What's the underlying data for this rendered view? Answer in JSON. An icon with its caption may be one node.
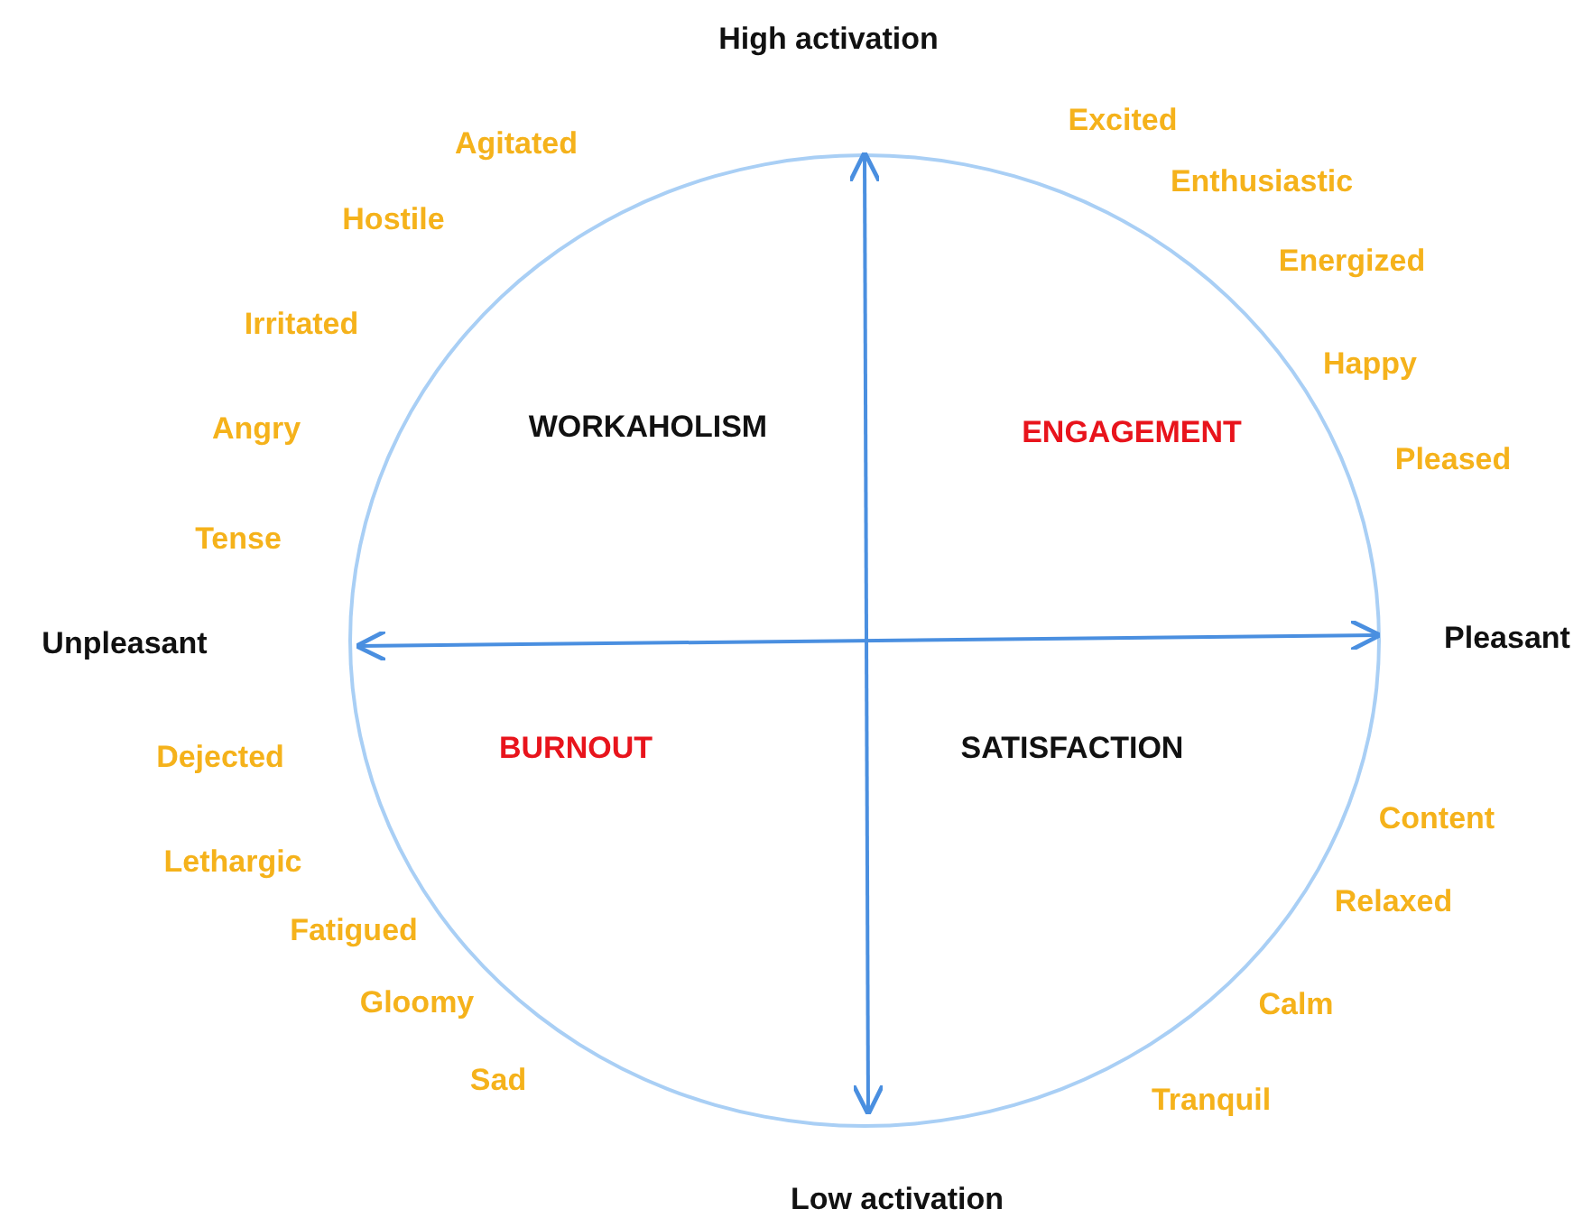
{
  "diagram": {
    "nodes": [
      {
        "text": [
          "WORKAHOLISM",
          "ENGAGEMENT",
          "BURNOUT",
          "SATISFACTION"
        ]
      }
    ],
    "edges": [],
    "labels": [
      "High activation",
      "Excited",
      "Agitated",
      "Enthusiastic",
      "Hostile",
      "Energized",
      "Irritated",
      "Happy",
      "Angry",
      "Pleased",
      "Tense",
      "Pleasant",
      "Unpleasant",
      "Dejected",
      "Content",
      "Lethargic",
      "Relaxed",
      "Fatigued",
      "Gloomy",
      "Calm",
      "Sad",
      "Tranquil",
      "Low activation"
    ]
  }
}
